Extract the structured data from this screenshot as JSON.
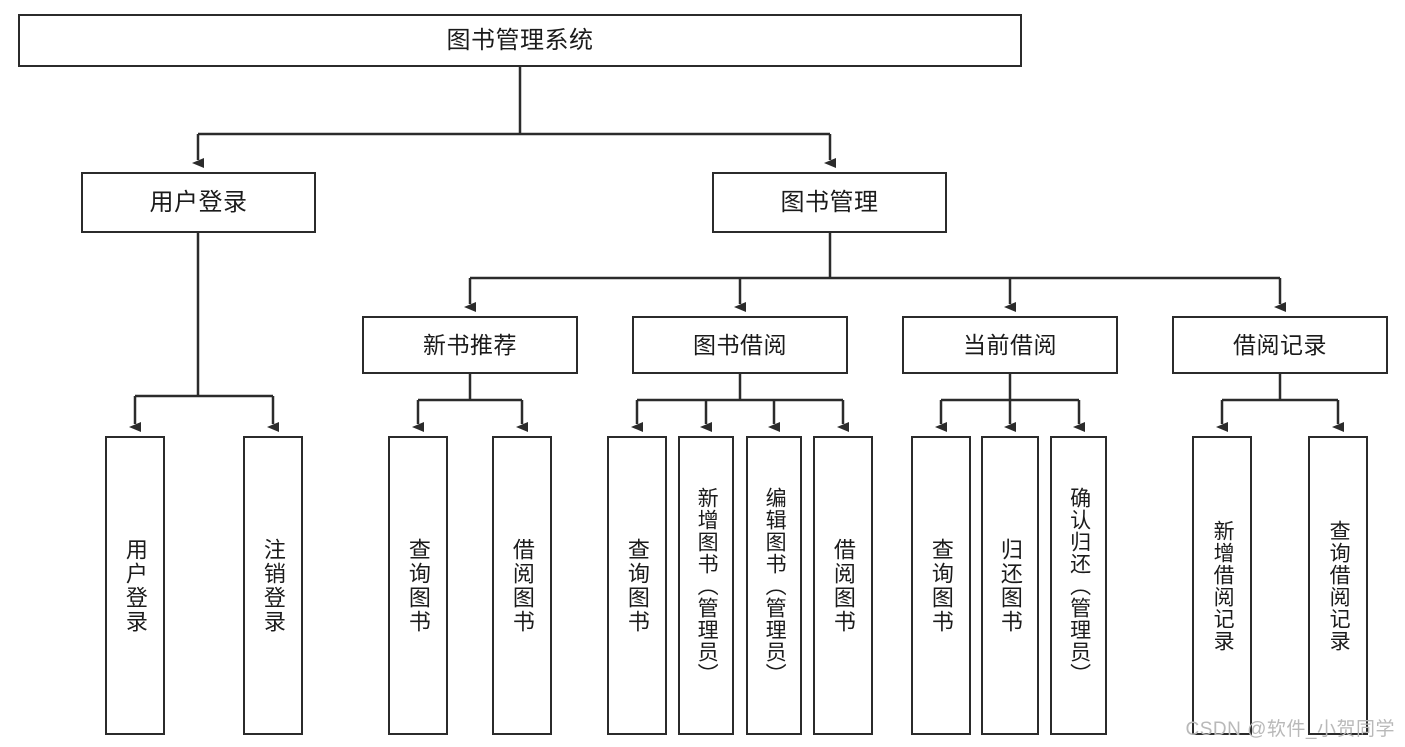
{
  "diagram": {
    "title": "图书管理系统",
    "type": "tree-hierarchy",
    "root": {
      "label": "图书管理系统"
    },
    "level2": [
      {
        "label": "用户登录"
      },
      {
        "label": "图书管理"
      }
    ],
    "level3": [
      {
        "label": "新书推荐"
      },
      {
        "label": "图书借阅"
      },
      {
        "label": "当前借阅"
      },
      {
        "label": "借阅记录"
      }
    ],
    "leaves": {
      "user_login": [
        {
          "label": "用户登录"
        },
        {
          "label": "注销登录"
        }
      ],
      "new_book_recommend": [
        {
          "label": "查询图书"
        },
        {
          "label": "借阅图书"
        }
      ],
      "book_borrow": [
        {
          "label": "查询图书"
        },
        {
          "label": "新增图书（管理员）"
        },
        {
          "label": "编辑图书（管理员）"
        },
        {
          "label": "借阅图书"
        }
      ],
      "current_borrow": [
        {
          "label": "查询图书"
        },
        {
          "label": "归还图书"
        },
        {
          "label": "确认归还（管理员）"
        }
      ],
      "borrow_record": [
        {
          "label": "新增借阅记录"
        },
        {
          "label": "查询借阅记录"
        }
      ]
    }
  },
  "watermark": {
    "text": "CSDN @软件_小贺同学"
  },
  "colors": {
    "border": "#2b2b2b",
    "text": "#1b1b1b",
    "background": "#ffffff",
    "watermark": "#b9b9b9"
  }
}
